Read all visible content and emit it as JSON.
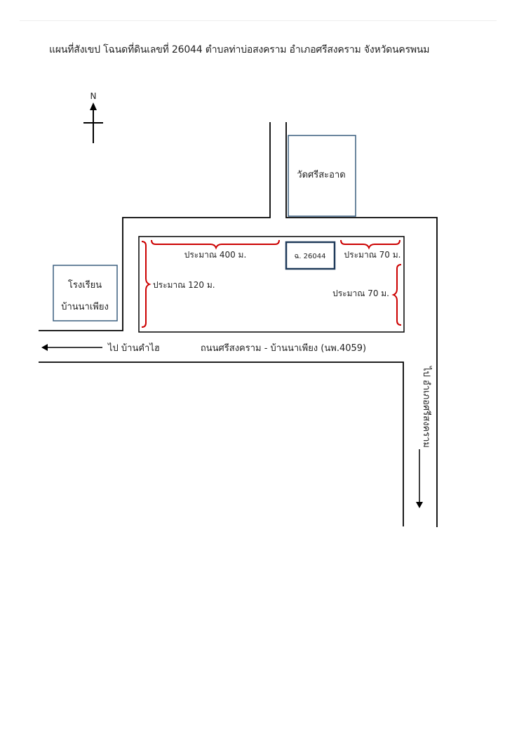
{
  "title": "แผนที่สังเขป โฉนดที่ดินเลขที่ 26044 ตำบลท่าบ่อสงคราม อำเภอศรีสงคราม จังหวัดนครพนม",
  "north_label": "N",
  "temple_label": "วัดศรีสะอาด",
  "school_label_line1": "โรงเรียน",
  "school_label_line2": "บ้านนาเพียง",
  "parcel_label": "ฉ. 26044",
  "dim_top_left": "ประมาณ 400 ม.",
  "dim_top_right": "ประมาณ 70 ม.",
  "dim_left": "ประมาณ 120 ม.",
  "dim_right": "ประมาณ 70 ม.",
  "road_left_label": "ไป บ้านคำไฮ",
  "road_name": "ถนนศรีสงคราม - บ้านนาเพียง (นพ.4059)",
  "road_down_label": "ไป อำเภอศรีสงคราม",
  "colors": {
    "road": "#000000",
    "box_border": "#3a5f7f",
    "parcel_border": "#1f3a5a",
    "dimension_brace": "#cc0000"
  }
}
